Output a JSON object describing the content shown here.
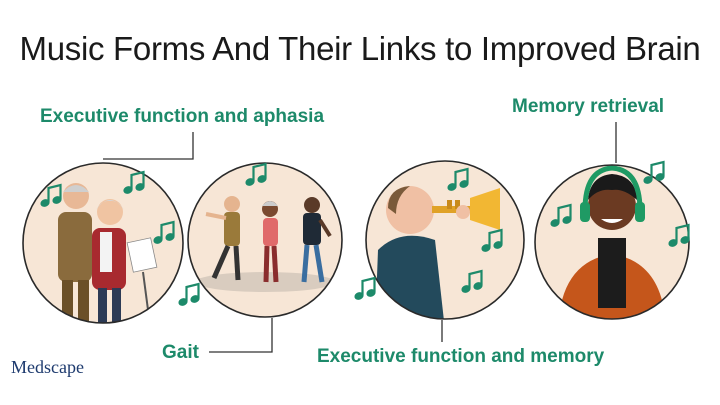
{
  "title": "Music Forms And Their Links to Improved Brain",
  "labels": {
    "executive_aphasia": "Executive function and aphasia",
    "memory_retrieval": "Memory retrieval",
    "gait": "Gait",
    "executive_memory": "Executive function and memory"
  },
  "brand": "Medscape",
  "colors": {
    "accent": "#1d8a6a",
    "circle_fill": "#f7e6d6",
    "circle_stroke": "#2a2a2a"
  },
  "panels": [
    {
      "scene": "elderly-couple-singing"
    },
    {
      "scene": "people-dancing"
    },
    {
      "scene": "man-playing-trumpet"
    },
    {
      "scene": "woman-with-headphones"
    }
  ]
}
